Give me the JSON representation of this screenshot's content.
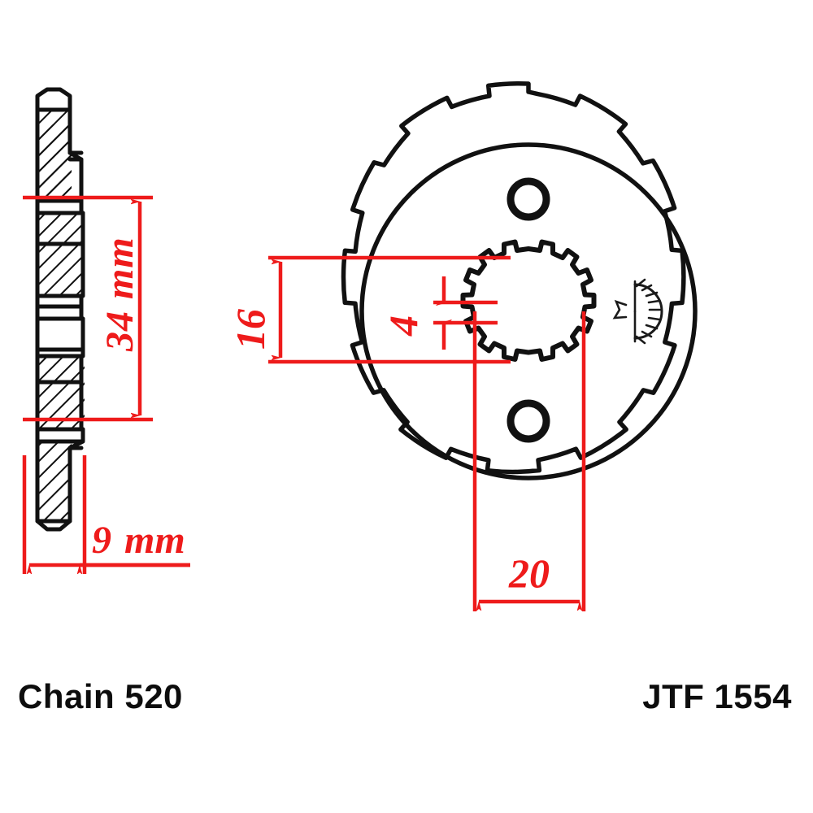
{
  "drawing": {
    "type": "engineering-drawing",
    "subject": "motorcycle front sprocket",
    "views": [
      "section-side-view",
      "front-view"
    ],
    "teeth_count": 15,
    "colors": {
      "outline": "#111111",
      "dimension": "#ee1b1b",
      "text": "#0d0d0d",
      "background": "#ffffff"
    }
  },
  "footer": {
    "chain_label": "Chain 520",
    "part_label": "JTF 1554"
  },
  "dimensions": {
    "side_view": [
      {
        "id": "dim-34",
        "value": "34",
        "unit": "mm",
        "text": "34  mm",
        "orientation": "vertical",
        "view": "side"
      },
      {
        "id": "dim-9",
        "value": "9",
        "unit": "mm",
        "text": "9  mm",
        "orientation": "horizontal",
        "view": "side"
      }
    ],
    "front_view": [
      {
        "id": "dim-16",
        "value": "16",
        "unit": "",
        "text": "16",
        "orientation": "vertical",
        "view": "front"
      },
      {
        "id": "dim-4",
        "value": "4",
        "unit": "",
        "text": "4",
        "orientation": "vertical",
        "view": "front"
      },
      {
        "id": "dim-20",
        "value": "20",
        "unit": "",
        "text": "20",
        "orientation": "horizontal",
        "view": "front"
      }
    ]
  },
  "labels": {
    "d34": "34",
    "d34_unit": "mm",
    "d9": "9",
    "d9_unit": "mm",
    "d16": "16",
    "d4": "4",
    "d20": "20"
  },
  "features": {
    "bolt_holes": 2,
    "spline_symbol": "spline-finish-symbol",
    "hub_circle": "hub-plate-circle",
    "bore": "splined-bore"
  }
}
